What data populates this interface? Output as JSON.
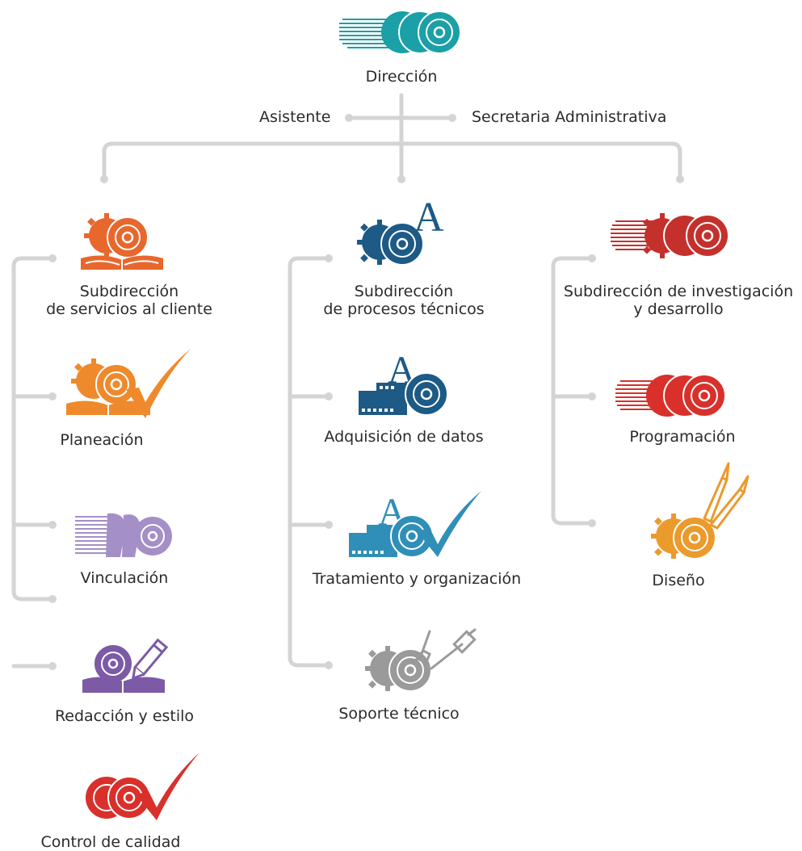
{
  "colors": {
    "line": "#d4d4d4",
    "teal": "#1aa0a6",
    "orange": "#e8672d",
    "amber": "#ee8a2c",
    "lavender": "#a48fc6",
    "purple": "#7c5aa6",
    "red": "#d9302b",
    "navy": "#1d5a86",
    "blue": "#2f8fb8",
    "gray": "#9a9a9a",
    "crimson": "#c4312c",
    "gold": "#eb9a2c"
  },
  "top": {
    "label": "Dirección",
    "icon": "teal-discs-icon",
    "assistant": "Asistente",
    "secretary": "Secretaria Administrativa"
  },
  "columns": [
    {
      "head": {
        "lines": [
          "Subdirección",
          "de servicios al cliente"
        ],
        "icon": "orange-gear-disc-book-icon"
      },
      "items": [
        {
          "label": "Planeación",
          "icon": "gear-disc-book-check-icon"
        },
        {
          "label": "Vinculación",
          "icon": "lavender-faces-disc-icon"
        },
        {
          "label": "Redacción y estilo",
          "icon": "purple-disc-book-pen-icon"
        },
        {
          "label": "Control de calidad",
          "icon": "red-discs-check-icon"
        }
      ]
    },
    {
      "head": {
        "lines": [
          "Subdirección",
          "de procesos técnicos"
        ],
        "icon": "navy-gear-disc-letter-icon"
      },
      "items": [
        {
          "label": "Adquisición de datos",
          "icon": "film-disc-letter-icon"
        },
        {
          "label": "Tratamiento y organización",
          "icon": "film-disc-letter-check-icon"
        },
        {
          "label": "Soporte técnico",
          "icon": "gray-gear-disc-tools-icon"
        }
      ]
    },
    {
      "head": {
        "lines": [
          "Subdirección de investigación",
          "y desarrollo"
        ],
        "icon": "crimson-discs-icon"
      },
      "items": [
        {
          "label": "Programación",
          "icon": "red-discs-icon"
        },
        {
          "label": "Diseño",
          "icon": "gold-gear-disc-brushes-icon"
        }
      ]
    }
  ]
}
